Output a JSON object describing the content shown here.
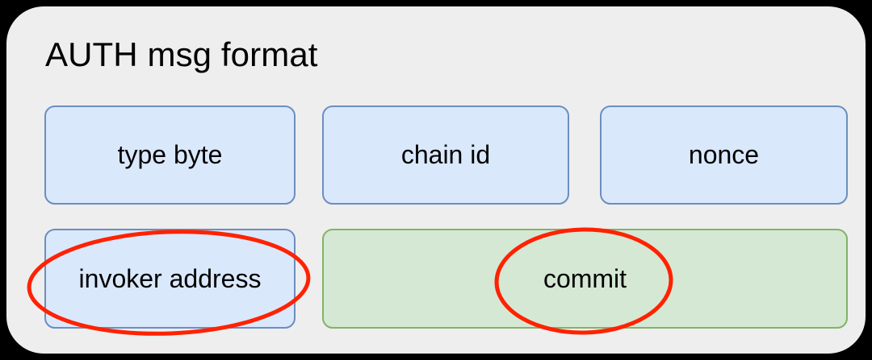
{
  "diagram": {
    "title": "AUTH msg format",
    "panel": {
      "background_color": "#eeeeee",
      "outer_background_color": "#000000"
    },
    "rows": [
      {
        "fields": [
          {
            "label": "type byte",
            "fill": "#dae8fc",
            "stroke": "#6c8ebf",
            "highlighted": false
          },
          {
            "label": "chain id",
            "fill": "#dae8fc",
            "stroke": "#6c8ebf",
            "highlighted": false
          },
          {
            "label": "nonce",
            "fill": "#dae8fc",
            "stroke": "#6c8ebf",
            "highlighted": false
          }
        ]
      },
      {
        "fields": [
          {
            "label": "invoker address",
            "fill": "#dae8fc",
            "stroke": "#6c8ebf",
            "highlighted": true
          },
          {
            "label": "commit",
            "fill": "#d5e8d4",
            "stroke": "#82b366",
            "highlighted": true
          }
        ]
      }
    ],
    "annotations": [
      {
        "name": "invoker-address-circle",
        "shape": "ellipse",
        "color": "#ff2200",
        "stroke_width": 5,
        "target": "invoker address"
      },
      {
        "name": "commit-circle",
        "shape": "ellipse",
        "color": "#ff2200",
        "stroke_width": 5,
        "target": "commit"
      }
    ]
  }
}
